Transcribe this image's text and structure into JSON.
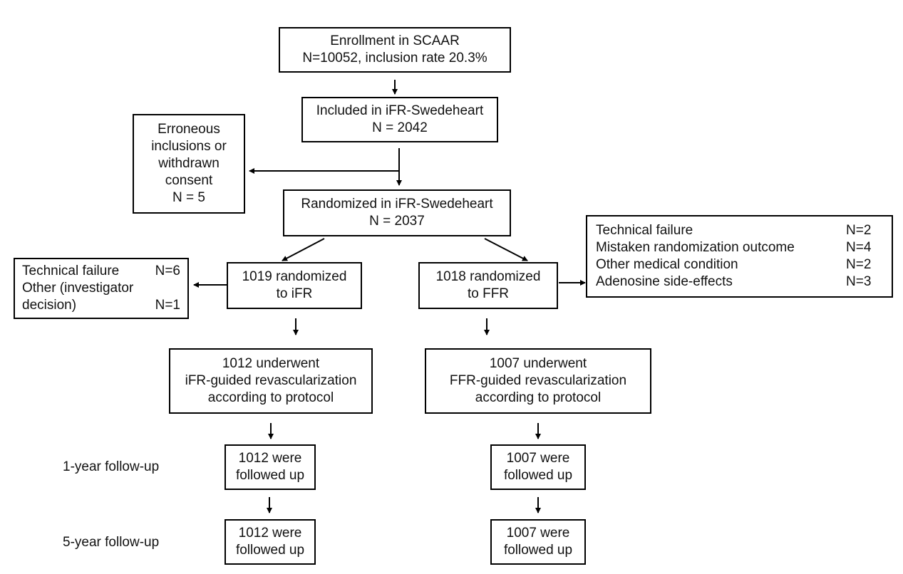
{
  "enrollment": {
    "line1": "Enrollment in SCAAR",
    "line2": "N=10052, inclusion  rate 20.3%"
  },
  "included": {
    "line1": "Included in iFR-Swedeheart",
    "line2": "N = 2042"
  },
  "excluded": {
    "line1": "Erroneous",
    "line2": "inclusions or",
    "line3": "withdrawn",
    "line4": "consent",
    "line5": "N = 5"
  },
  "randomized": {
    "line1": "Randomized in iFR-Swedeheart",
    "line2": "N = 2037"
  },
  "ifr_arm": {
    "randomized": {
      "line1": "1019 randomized",
      "line2": "to iFR"
    },
    "exclusions": {
      "row1_label": "Technical failure",
      "row1_value": "N=6",
      "row2_label": "Other (investigator",
      "row3_label": "decision)",
      "row3_value": "N=1"
    },
    "underwent": {
      "line1": "1012 underwent",
      "line2": "iFR-guided revascularization",
      "line3": "according to protocol"
    },
    "followup_1y": {
      "line1": "1012 were",
      "line2": "followed up"
    },
    "followup_5y": {
      "line1": "1012 were",
      "line2": "followed up"
    }
  },
  "ffr_arm": {
    "randomized": {
      "line1": "1018 randomized",
      "line2": "to FFR"
    },
    "exclusions": [
      {
        "label": "Technical failure",
        "value": "N=2"
      },
      {
        "label": "Mistaken randomization outcome",
        "value": "N=4"
      },
      {
        "label": "Other medical condition",
        "value": "N=2"
      },
      {
        "label": "Adenosine side-effects",
        "value": "N=3"
      }
    ],
    "underwent": {
      "line1": "1007 underwent",
      "line2": "FFR-guided revascularization",
      "line3": "according to protocol"
    },
    "followup_1y": {
      "line1": "1007 were",
      "line2": "followed up"
    },
    "followup_5y": {
      "line1": "1007 were",
      "line2": "followed up"
    }
  },
  "labels": {
    "followup_1y": "1-year follow-up",
    "followup_5y": "5-year follow-up"
  }
}
